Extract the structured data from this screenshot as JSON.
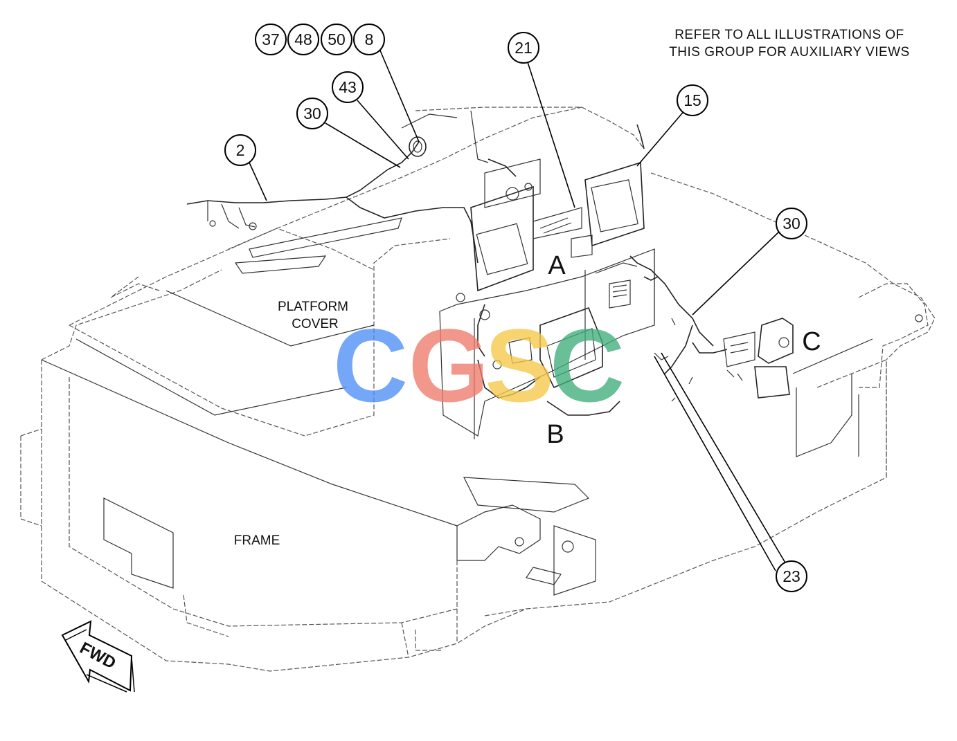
{
  "note": {
    "line1": "REFER TO ALL ILLUSTRATIONS OF",
    "line2": "THIS GROUP FOR AUXILIARY VIEWS"
  },
  "regions": {
    "platform_cover_line1": "PLATFORM",
    "platform_cover_line2": "COVER",
    "frame": "FRAME"
  },
  "view_labels": {
    "a": "A",
    "b": "B",
    "c": "C"
  },
  "callouts": {
    "c37": "37",
    "c48": "48",
    "c50": "50",
    "c8": "8",
    "c43": "43",
    "c30_top": "30",
    "c2": "2",
    "c21": "21",
    "c15": "15",
    "c30_right": "30",
    "c23": "23"
  },
  "direction_arrow": {
    "label": "FWD",
    "icon": "forward-arrow-icon"
  },
  "watermark": {
    "letters": [
      "C",
      "G",
      "S",
      "C"
    ],
    "colors": [
      "#4f8ff7",
      "#ef7b6c",
      "#f7c948",
      "#3fae7a"
    ]
  }
}
